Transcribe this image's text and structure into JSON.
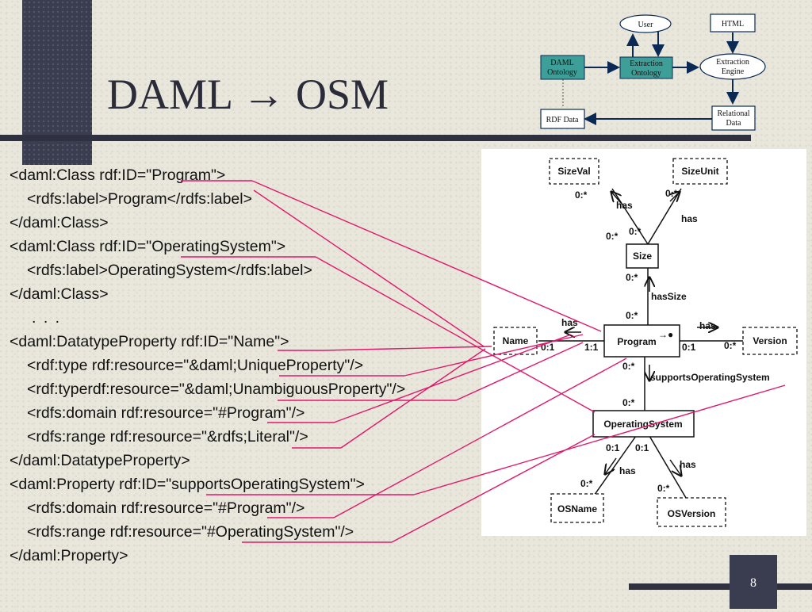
{
  "slide": {
    "title": "DAML → OSM",
    "page_number": "8"
  },
  "flow_diagram": {
    "nodes": {
      "user": "User",
      "html": "HTML",
      "daml_ontology": [
        "DAML",
        "Ontology"
      ],
      "extraction_ontology": [
        "Extraction",
        "Ontology"
      ],
      "extraction_engine": [
        "Extraction",
        "Engine"
      ],
      "rdf_data": "RDF Data",
      "relational_data": [
        "Relational",
        "Data"
      ]
    },
    "colors": {
      "ontology_fill": "#3e9e98",
      "line": "#0a2a55"
    }
  },
  "code_lines": [
    "<daml:Class rdf:ID=\"Program\">",
    "<rdfs:label>Program</rdfs:label>",
    "</daml:Class>",
    "<daml:Class rdf:ID=\"OperatingSystem\">",
    "<rdfs:label>OperatingSystem</rdfs:label>",
    "</daml:Class>",
    ". . .",
    "<daml:DatatypeProperty rdf:ID=\"Name\">",
    "<rdf:type rdf:resource=\"&daml;UniqueProperty\"/>",
    "<rdf:typerdf:resource=\"&daml;UnambiguousProperty\"/>",
    "<rdfs:domain rdf:resource=\"#Program\"/>",
    "<rdfs:range rdf:resource=\"&rdfs;Literal\"/>",
    "</daml:DatatypeProperty>",
    "<daml:Property rdf:ID=\"supportsOperatingSystem\">",
    "<rdfs:domain rdf:resource=\"#Program\"/>",
    "<rdfs:range rdf:resource=\"#OperatingSystem\"/>",
    "</daml:Property>"
  ],
  "osm_diagram": {
    "object_sets": {
      "size_val": "SizeVal",
      "size_unit": "SizeUnit",
      "size": "Size",
      "name": "Name",
      "program": "Program",
      "version": "Version",
      "operating_system": "OperatingSystem",
      "os_name": "OSName",
      "os_version": "OSVersion",
      "program_symbol": "→●"
    },
    "relationships": {
      "has": "has",
      "has_size": "hasSize",
      "supports_os": "supportsOperatingSystem"
    },
    "participation": {
      "zero_many": "0:*",
      "zero_one": "0:1",
      "one_one": "1:1"
    }
  },
  "colors": {
    "link_lines": "#e0186c",
    "title": "#2b2b3a",
    "dark_band": "#3a3d4f"
  }
}
